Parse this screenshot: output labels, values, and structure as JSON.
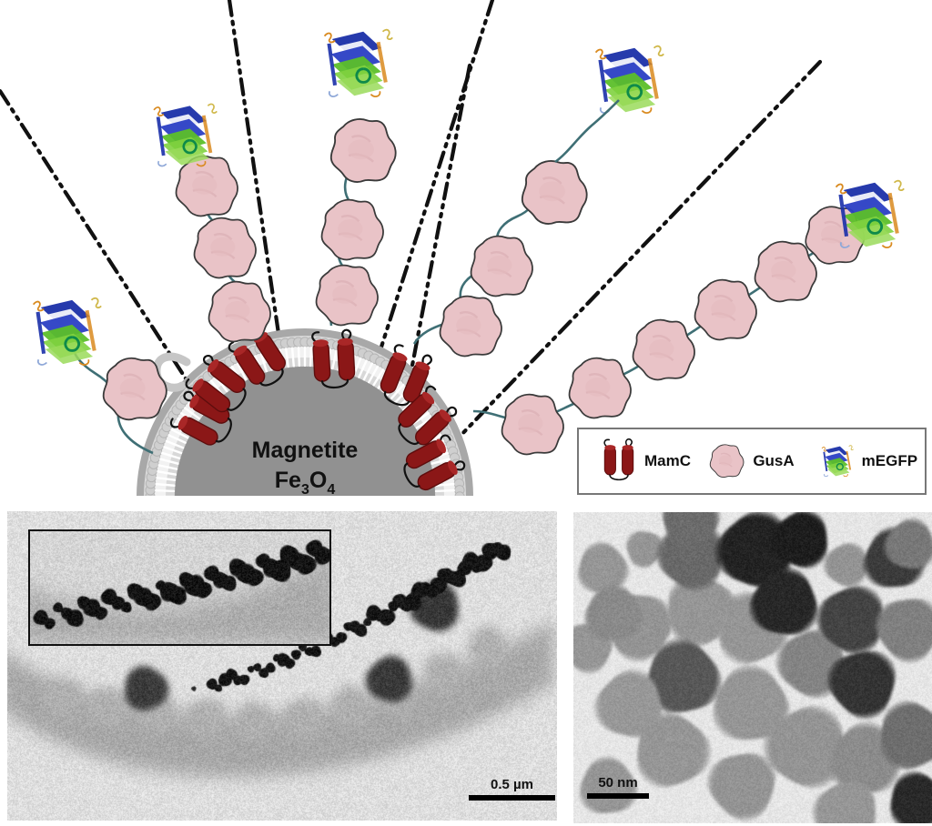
{
  "figure": {
    "type": "scientific-figure",
    "panels": [
      "schematic",
      "tem-cell",
      "tem-particles"
    ]
  },
  "schematic": {
    "core_label_line1": "Magnetite",
    "core_formula": {
      "el1": "Fe",
      "sub1": "3",
      "el2": "O",
      "sub2": "4"
    },
    "core_color": "#919191",
    "membrane_head_color": "#d8d8d8",
    "membrane_shadow_color": "#a8a8a8",
    "mamc_color": "#8b1717",
    "gusa_color": "#e9c3c7",
    "gusa_outline": "#3a3a3a",
    "linker_color": "#3f6f75",
    "leader_line_color": "#111111",
    "chains": [
      {
        "name": "chain-left",
        "gusa_count": 1
      },
      {
        "name": "chain-left-mid",
        "gusa_count": 3
      },
      {
        "name": "chain-center",
        "gusa_count": 3
      },
      {
        "name": "chain-right-mid",
        "gusa_count": 3
      },
      {
        "name": "chain-right",
        "gusa_count": 6
      }
    ],
    "leader_lines": 5
  },
  "legend": {
    "border_color": "#777777",
    "entries": [
      {
        "icon": "mamc-helix-icon",
        "label": "MamC"
      },
      {
        "icon": "gusa-blob-icon",
        "label": "GusA"
      },
      {
        "icon": "megfp-barrel-icon",
        "label": "mEGFP"
      }
    ]
  },
  "tem_left": {
    "name": "tem-bacterium-panel",
    "scalebar_label": "0.5 µm",
    "inset": {
      "name": "magnetosome-chain-inset"
    }
  },
  "tem_right": {
    "name": "tem-nanoparticles-panel",
    "scalebar_label": "50 nm"
  }
}
